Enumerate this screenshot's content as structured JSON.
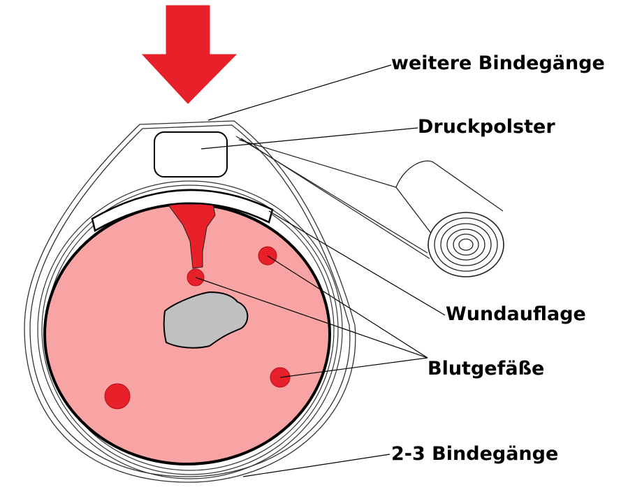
{
  "labels": {
    "more_turns": "weitere Bindegänge",
    "pressure_pad": "Druckpolster",
    "wound_dressing": "Wundauflage",
    "blood_vessels": "Blutgefäße",
    "first_turns": "2-3 Bindegänge"
  },
  "colors": {
    "tissue": "#f8a4a4",
    "vessel": "#e8202a",
    "arrow": "#e8202a",
    "bone": "#c0c0c0",
    "outline": "#000000",
    "background": "#ffffff"
  },
  "icons": {
    "pressure_arrow": "arrow-down-icon",
    "bandage_roll": "bandage-roll-icon"
  }
}
